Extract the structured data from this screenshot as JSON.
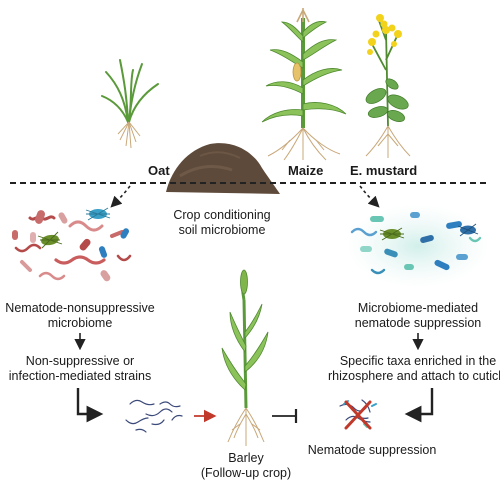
{
  "crops": {
    "oat": "Oat",
    "maize": "Maize",
    "mustard": "E. mustard"
  },
  "center": {
    "line1": "Crop conditioning",
    "line2": "soil microbiome"
  },
  "left": {
    "microbiome_line1": "Nematode-nonsuppressive",
    "microbiome_line2": "microbiome",
    "strains_line1": "Non-suppressive or",
    "strains_line2": "infection-mediated strains"
  },
  "right": {
    "suppression_line1": "Microbiome-mediated",
    "suppression_line2": "nematode suppression",
    "taxa_line1": "Specific taxa enriched in the",
    "taxa_line2": "rhizosphere and attach to cuticle",
    "outcome": "Nematode suppression"
  },
  "barley": {
    "line1": "Barley",
    "line2": "(Follow-up crop)"
  },
  "colors": {
    "plant_green": "#5a9a3a",
    "leaf_light": "#8cc25a",
    "root": "#c9a87a",
    "soil": "#5e4a3a",
    "mustard_flower": "#f2d21b",
    "inhibit_red": "#c0392b",
    "arrow_dark": "#222222"
  }
}
